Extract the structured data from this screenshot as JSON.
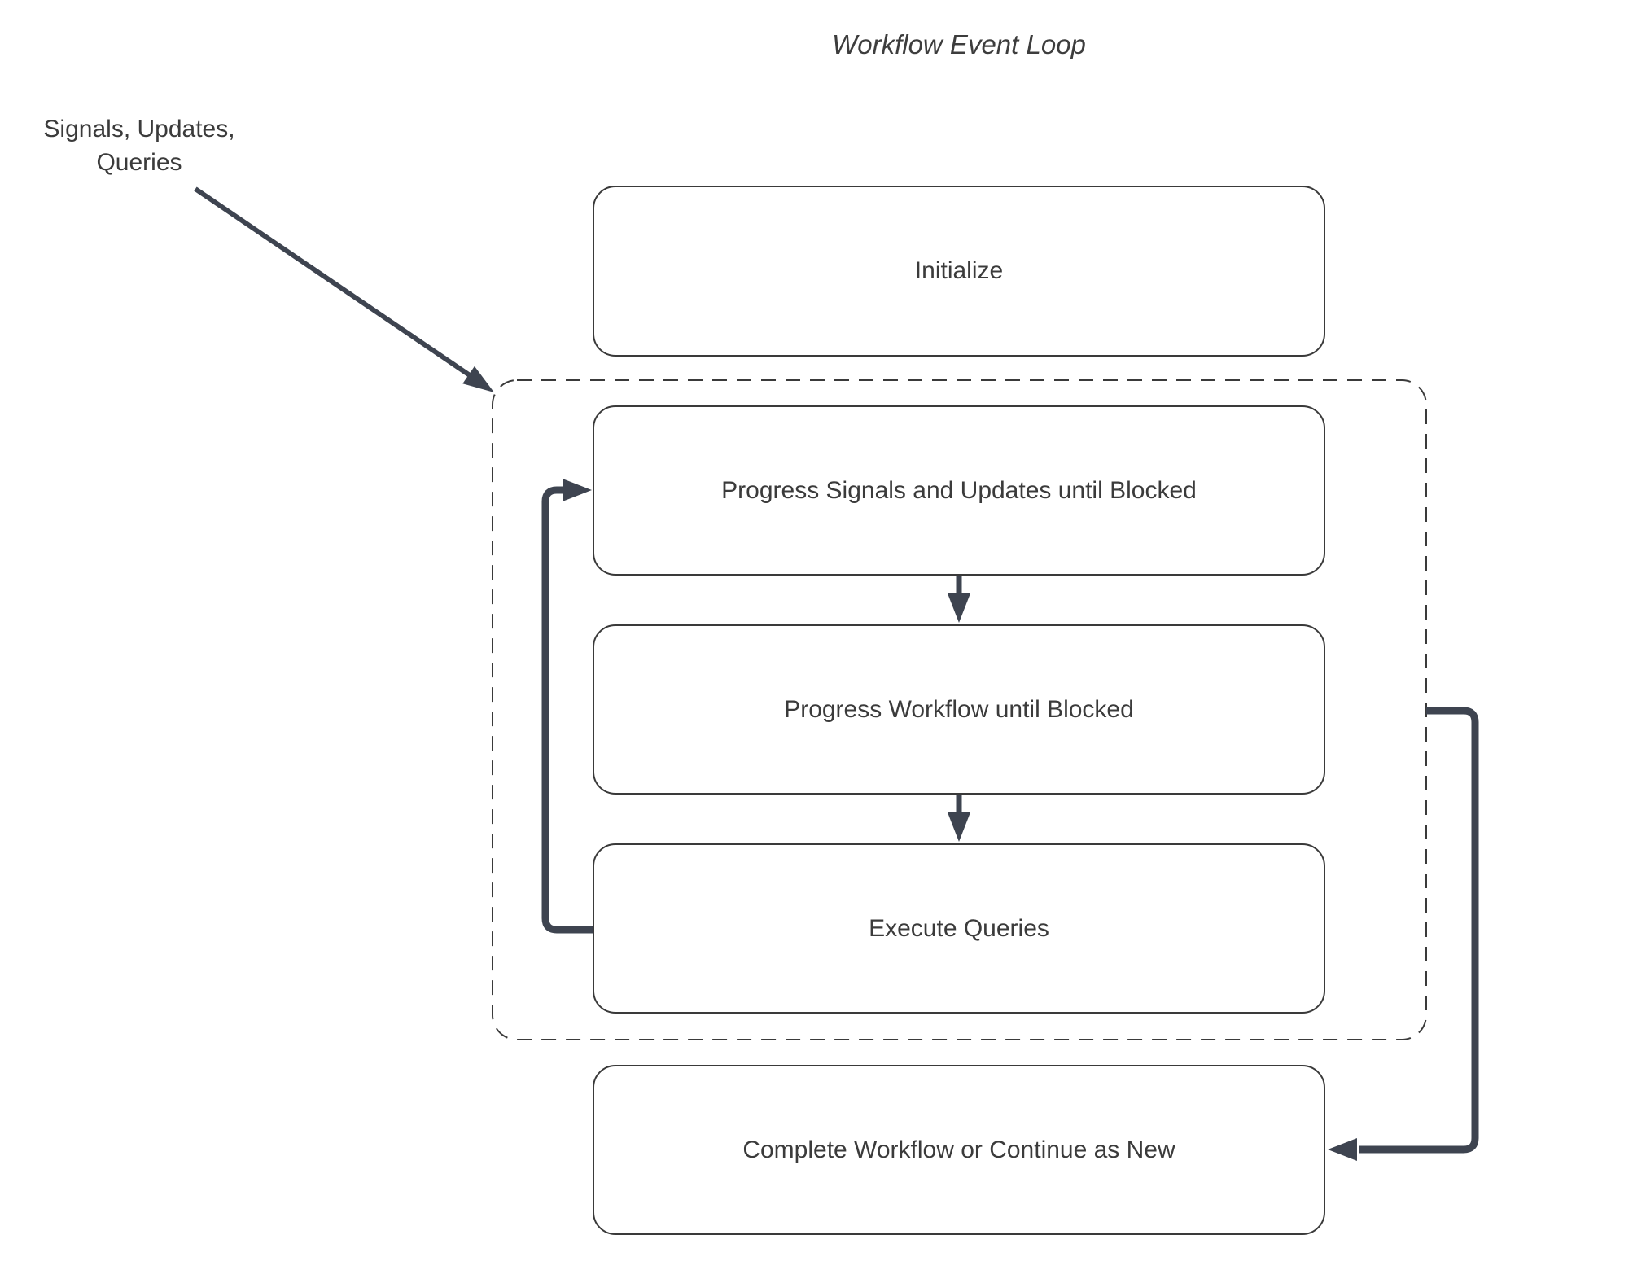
{
  "title": "Workflow Event Loop",
  "external_label": {
    "line1": "Signals, Updates,",
    "line2": "Queries"
  },
  "nodes": {
    "initialize": {
      "label": "Initialize"
    },
    "progress_signals": {
      "label": "Progress Signals and Updates until Blocked"
    },
    "progress_workflow": {
      "label": "Progress Workflow until Blocked"
    },
    "execute_queries": {
      "label": "Execute Queries"
    },
    "complete": {
      "label": "Complete Workflow or Continue as New"
    }
  },
  "edges": [
    {
      "from": "signals-updates-queries-label",
      "to": "event-loop-group",
      "style": "thin-diagonal-arrow"
    },
    {
      "from": "progress_signals",
      "to": "progress_workflow",
      "style": "short-down-arrow"
    },
    {
      "from": "progress_workflow",
      "to": "execute_queries",
      "style": "short-down-arrow"
    },
    {
      "from": "execute_queries",
      "to": "progress_signals",
      "style": "thick-left-loop"
    },
    {
      "from": "event-loop-group",
      "to": "complete",
      "style": "thick-right-loop"
    }
  ],
  "colors": {
    "arrow": "#3e4450",
    "box_border": "#3a3a3a",
    "text": "#3b3b3b",
    "background": "#ffffff"
  }
}
